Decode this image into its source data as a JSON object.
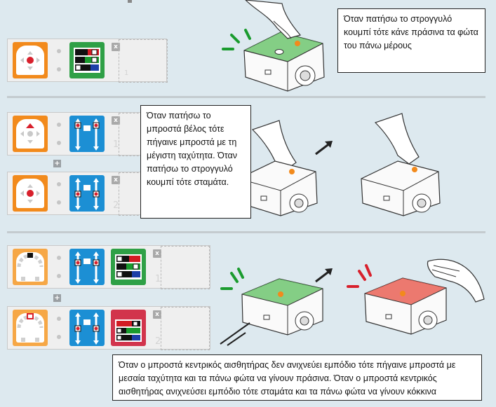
{
  "notes": {
    "note1": "Όταν πατήσω το στρογγυλό κουμπί τότε κάνε πράσινα τα φώτα του πάνω μέρους",
    "note2": "Όταν πατήσω το μπροστά βέλος τότε πήγαινε μπροστά με τη μέγιστη ταχύτητα. Όταν πατήσω το στρογγυλό κουμπί τότε σταμάτα.",
    "note3": "Όταν ο μπροστά κεντρικός αισθητήρας δεν ανιχνεύει εμπόδιο τότε πήγαινε μπροστά με μεσαία ταχύτητα και τα πάνω φώτα να γίνουν πράσινα. Όταν ο μπροστά κεντρικός αισθητήρας ανιχνεύσει εμπόδιο τότε σταμάτα και τα πάνω φώτα να γίνουν κόκκινα"
  },
  "rows": {
    "r1": {
      "num": "1",
      "close": "x"
    },
    "r2": {
      "num": "1",
      "close": "x"
    },
    "r3": {
      "num": "2",
      "close": "x"
    },
    "r4": {
      "num": "1",
      "close": "x"
    },
    "r5": {
      "num": "2",
      "close": "x"
    }
  },
  "add_label": "+",
  "colors": {
    "event_block": "#f28a1c",
    "motor_block": "#1c8fd4",
    "led_green_block": "#2fa046",
    "led_red_block": "#d2344c",
    "background": "#dde9ef"
  }
}
